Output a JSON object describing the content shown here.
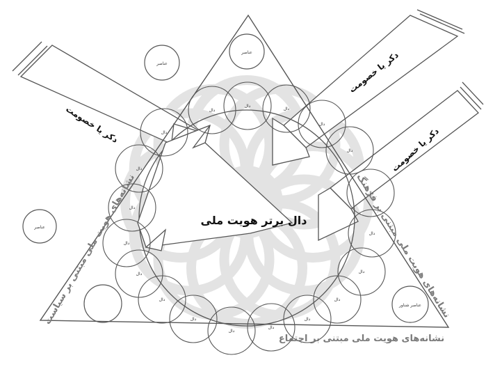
{
  "diagram": {
    "center_title": "دال برتر هویت ملی",
    "box_label": "دکر یا خصومت",
    "side_right_text": "نشانه‌های هویت ملی مبتنی بر فرهنگ",
    "side_left_text": "نشانه‌های هویت ملی مبتنی بر سیاست",
    "side_bottom_text": "نشانه‌های هویت ملی مبتنی بر اجتماع",
    "ring_circle_label": "دال",
    "corner_circle_label": "عناصر",
    "corner_circle_label_alt": "عناصر",
    "corner_circle_label_right": "عناصر شناور",
    "colors": {
      "line": "#555555",
      "text": "#111111",
      "side_text": "#7a7a7a",
      "watermark": "#e6e6e6"
    }
  }
}
